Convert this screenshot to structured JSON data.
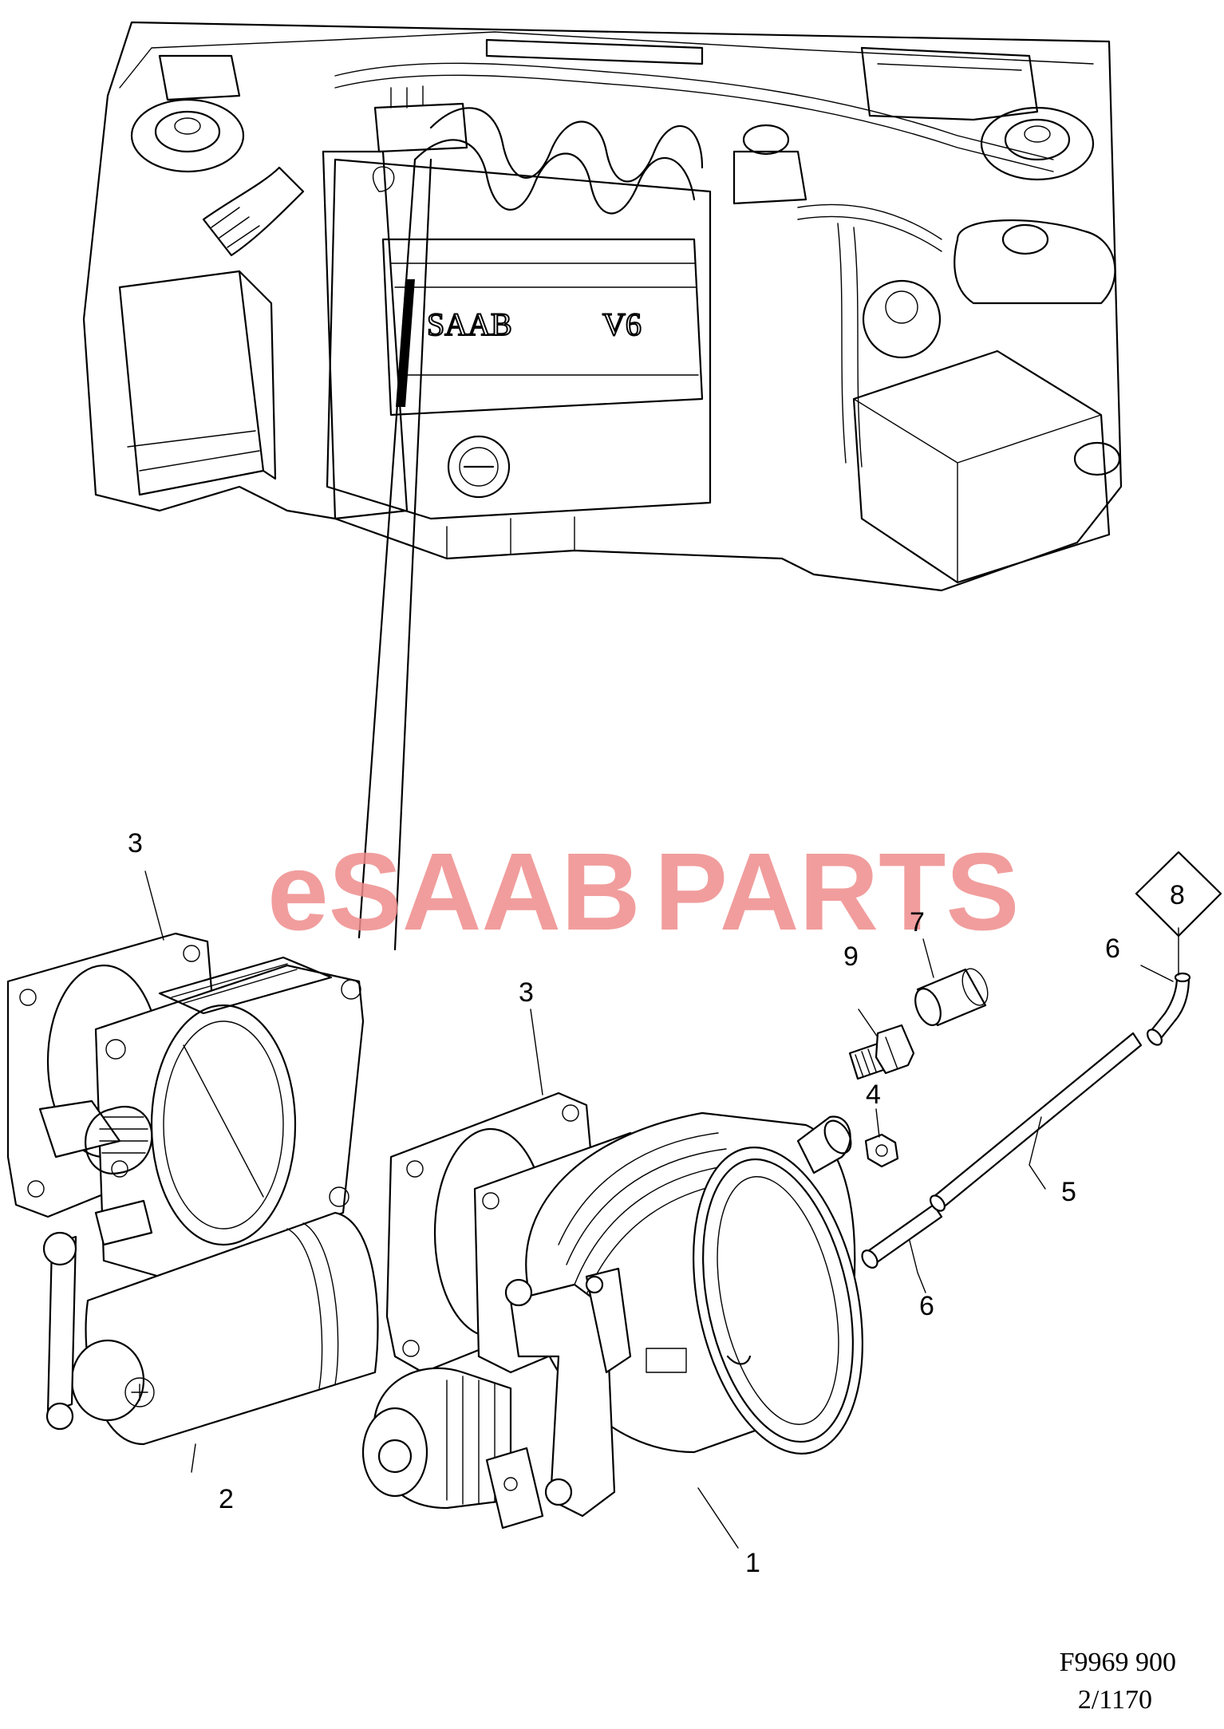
{
  "watermark": {
    "left": "eSAAB",
    "right": "PARTS",
    "color": "#ef8c8c"
  },
  "engine_badge": {
    "brand": "SAAB",
    "model": "V6"
  },
  "callouts": {
    "c1": "1",
    "c2": "2",
    "c3a": "3",
    "c3b": "3",
    "c4": "4",
    "c5": "5",
    "c6a": "6",
    "c6b": "6",
    "c7": "7",
    "c8": "8",
    "c9": "9"
  },
  "reference": {
    "line1": "F9969 900",
    "line2": "2/1170"
  }
}
